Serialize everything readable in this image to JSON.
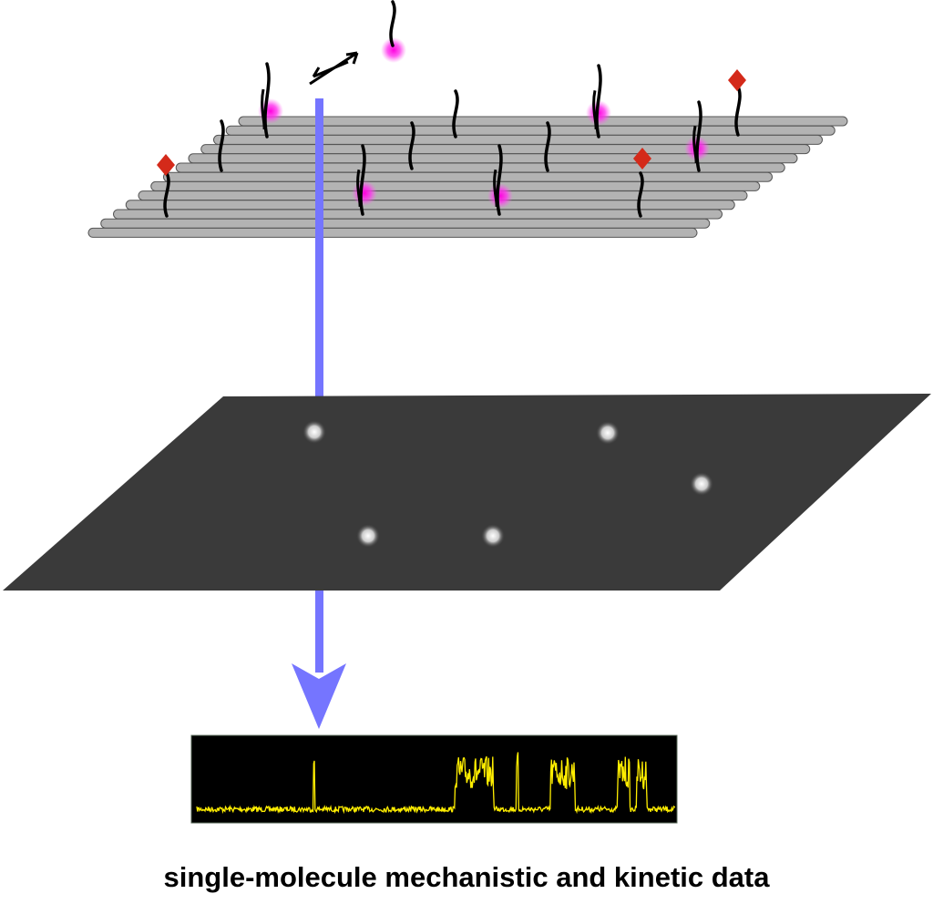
{
  "caption": "single-molecule mechanistic and kinetic data",
  "colors": {
    "rod": "#b3b3b3",
    "rod_outline": "#555555",
    "beam": "#7575ff",
    "plane": "#3a3a3a",
    "fluorophore": "#ff33ee",
    "marker": "#d42a1a",
    "trace": "#ffee00",
    "trace_bg": "#000000"
  },
  "trace": {
    "high_state_intervals": [
      [
        0.54,
        0.62
      ],
      [
        0.74,
        0.79
      ],
      [
        0.88,
        0.905
      ],
      [
        0.92,
        0.94
      ]
    ],
    "spikes": [
      0.245,
      0.67
    ]
  }
}
